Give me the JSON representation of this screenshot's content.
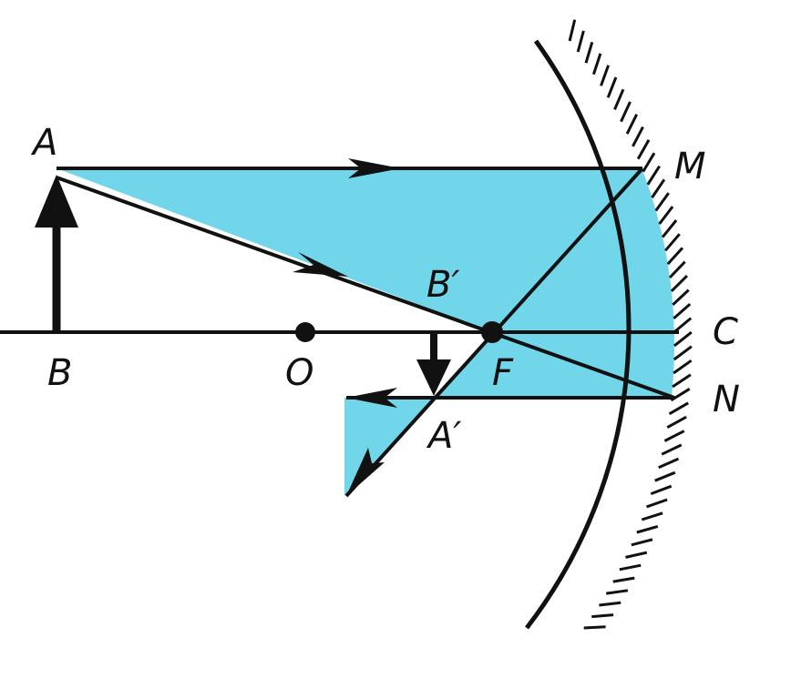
{
  "diagram": {
    "labels": {
      "A": "A",
      "B": "B",
      "O": "O",
      "F": "F",
      "C": "C",
      "M": "M",
      "N": "N",
      "A_prime": "A′",
      "B_prime": "B′"
    },
    "colors": {
      "fill": "#72d6ea",
      "line": "#111111",
      "background": "#ffffff"
    }
  }
}
